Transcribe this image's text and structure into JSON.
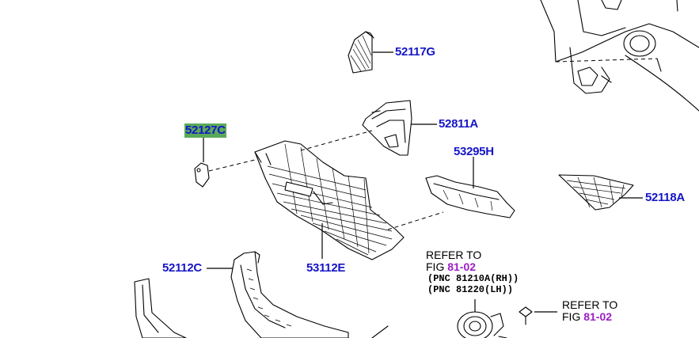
{
  "colors": {
    "part_link": "#1515c8",
    "fig_link": "#9b1fc4",
    "highlight": "#5aa95a",
    "line": "#000000"
  },
  "parts": {
    "p52117g": "52117G",
    "p52811a": "52811A",
    "p52127c": "52127C",
    "p53295h": "53295H",
    "p52118a": "52118A",
    "p52112c": "52112C",
    "p53112e": "53112E"
  },
  "highlighted_part": "52127C",
  "refer_fog": {
    "refer_to": "REFER TO",
    "fig_prefix": "FIG",
    "fig_number": "81-02",
    "pnc_lines": [
      "(PNC 81210A(RH))",
      "(PNC 81220(LH))"
    ]
  },
  "refer_clip": {
    "refer_to": "REFER TO",
    "fig_prefix": "FIG",
    "fig_number": "81-02"
  }
}
